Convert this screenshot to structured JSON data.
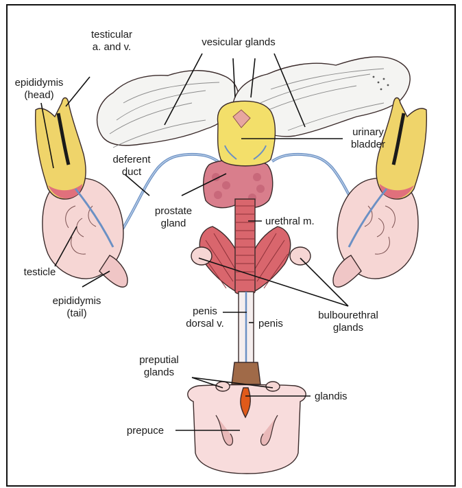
{
  "labels": {
    "testicular_av_1": "testicular",
    "testicular_av_2": "a. and v.",
    "vesicular_glands": "vesicular glands",
    "epididymis_head_1": "epididymis",
    "epididymis_head_2": "(head)",
    "urinary_bladder_1": "urinary",
    "urinary_bladder_2": "bladder",
    "deferent_duct_1": "deferent",
    "deferent_duct_2": "duct",
    "prostate_gland_1": "prostate",
    "prostate_gland_2": "gland",
    "urethral_m": "urethral m.",
    "testicle": "testicle",
    "epididymis_tail_1": "epididymis",
    "epididymis_tail_2": "(tail)",
    "penis_dorsal_v_1": "penis",
    "penis_dorsal_v_2": "dorsal v.",
    "penis": "penis",
    "bulbourethral_glands_1": "bulbourethral",
    "bulbourethral_glands_2": "glands",
    "preputial_glands_1": "preputial",
    "preputial_glands_2": "glands",
    "glandis": "glandis",
    "prepuce": "prepuce"
  },
  "colors": {
    "bladder": "#f3df6a",
    "epididymis_head": "#efd46a",
    "testicle": "#f6d6d4",
    "muscle": "#d9666d",
    "prostate": "#d97e8c",
    "vessel": "#6b90c4",
    "prepuce": "#f8dcdc",
    "glandis": "#e05a1a",
    "vesicular": "#f4f4f2"
  }
}
